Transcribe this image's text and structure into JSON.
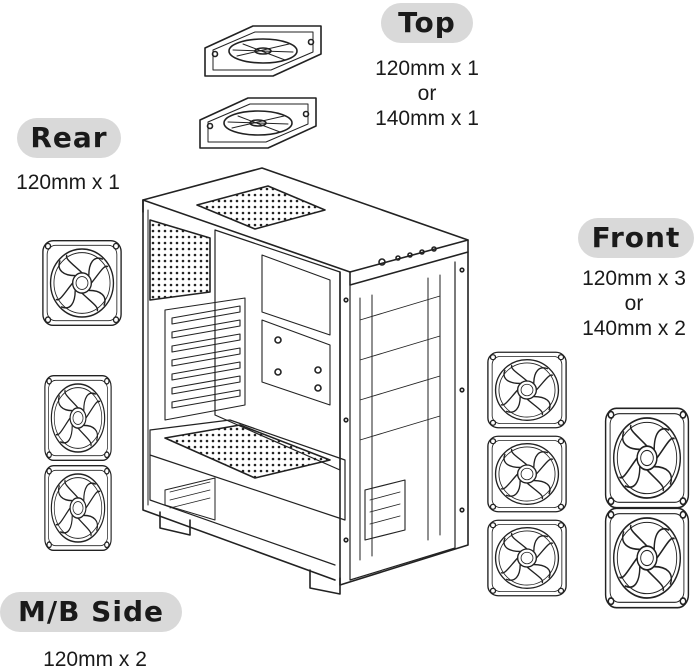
{
  "labels": {
    "top": {
      "title": "Top",
      "lines": [
        "120mm x 1",
        "or",
        "140mm x 1"
      ]
    },
    "rear": {
      "title": "Rear",
      "lines": [
        "120mm x 1"
      ]
    },
    "front": {
      "title": "Front",
      "lines": [
        "120mm x 3",
        "or",
        "140mm x 2"
      ]
    },
    "mb_side": {
      "title": "M/B Side",
      "lines": [
        "120mm x 2"
      ]
    }
  },
  "illustration": {
    "case": "pc-case-line-drawing",
    "fan_icon": "fan-icon",
    "line_color": "#222222",
    "pill_color": "#d9d9d9"
  }
}
